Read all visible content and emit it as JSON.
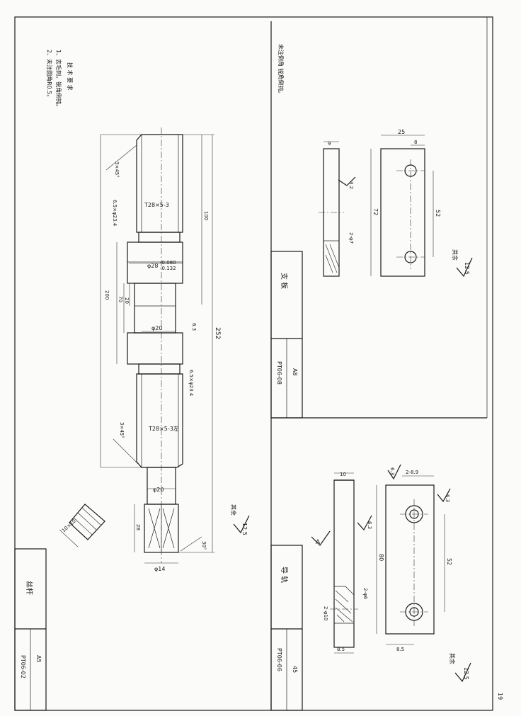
{
  "page_number": "19",
  "part1": {
    "name": "丝杆",
    "material": "A5",
    "drawing_no": "PT06-02",
    "notes": [
      "技 术 要 求",
      "1、去毛刺，锐角倒钝。",
      "2、未注圆角R0.5。"
    ],
    "dims": {
      "chamfer_top": "3×45°",
      "thread_top": "T28×5-3",
      "undercut_top": "6.5×φ23.4",
      "len_100": "100",
      "dia_28": "φ28",
      "tol_upper": "-0.080",
      "tol_lower": "-0.132",
      "len_200": "200",
      "len_70": "70",
      "len_20": "20",
      "dia_20a": "φ20",
      "rough_63a": "6.3",
      "len_252": "252",
      "undercut_bot": "6.5×φ23.4",
      "chamfer_bot": "3×45°",
      "thread_bot": "T28×5-3左",
      "dia_20b": "φ20",
      "len_28": "28",
      "dia_14": "φ14",
      "angle_30": "30°",
      "section": "10×10",
      "rest_label": "其余",
      "rough_125": "12.5"
    }
  },
  "part2": {
    "name": "支 板",
    "material": "A8",
    "drawing_no": "PT06-08",
    "note": "未注倒角 锐角倒钝。",
    "dims": {
      "thick_9": "9",
      "rough_32": "3.2",
      "holes": "2-φ7",
      "width_25": "25",
      "offset_8": "8",
      "height_72": "72",
      "pitch_52": "52",
      "rest_label": "其余",
      "rough_125": "12.5"
    }
  },
  "part3": {
    "name": "导 轨",
    "material": "45",
    "drawing_no": "PT06-06",
    "dims": {
      "thick_10": "10",
      "rough_63a": "6.3",
      "holes_top": "2-8.9",
      "rough_63b": "6.3",
      "rough_63c": "6.3",
      "datum": "A",
      "holes_side": "2-φ6",
      "cbore": "2-φ10",
      "height_80": "80",
      "pitch_52": "52",
      "edge_85a": "8.5",
      "edge_85b": "8.5",
      "rest_label": "其余",
      "rough_125": "12.5"
    }
  }
}
